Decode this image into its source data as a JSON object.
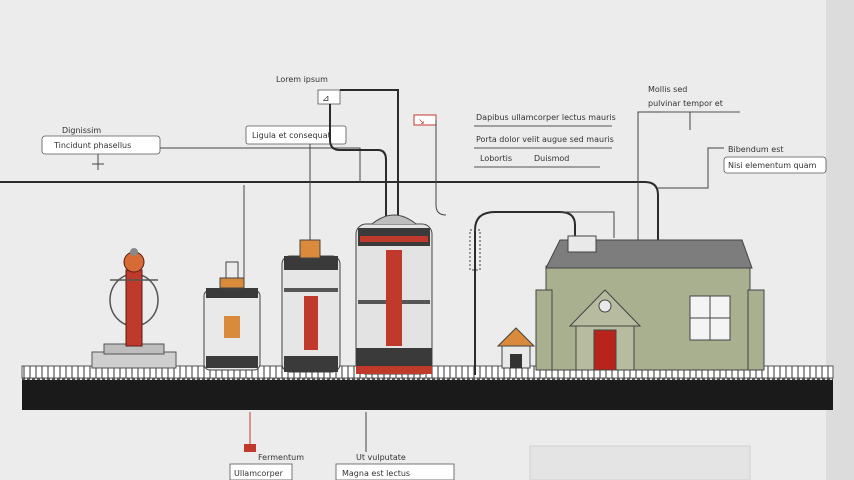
{
  "labels": {
    "top_center": "Lorem ipsum",
    "left_top": "Dignissim",
    "left_bottom": "Tincidunt phasellus",
    "second": "Ligula et consequat",
    "right_1": "Dapibus ullamcorper lectus mauris",
    "right_2": "Porta dolor velit augue sed mauris",
    "right_3a": "Lobortis",
    "right_3b": "Duismod",
    "house_top_1": "Mollis sed",
    "house_top_2": "pulvinar tempor et",
    "far_right_1": "Bibendum est",
    "far_right_2": "Nisi elementum quam",
    "bottom_left_1": "Fermentum",
    "bottom_left_2": "Ullamcorper",
    "bottom_center_1": "Ut vulputate",
    "bottom_center_2": "Magna est lectus"
  },
  "colors": {
    "background": "#ececec",
    "wire": "#2b2b2b",
    "ground": "#1a1a1a",
    "house_wall": "#a9b08f",
    "roof": "#7d7d7d",
    "door": "#b8231c",
    "accent_red": "#c03a2b"
  }
}
